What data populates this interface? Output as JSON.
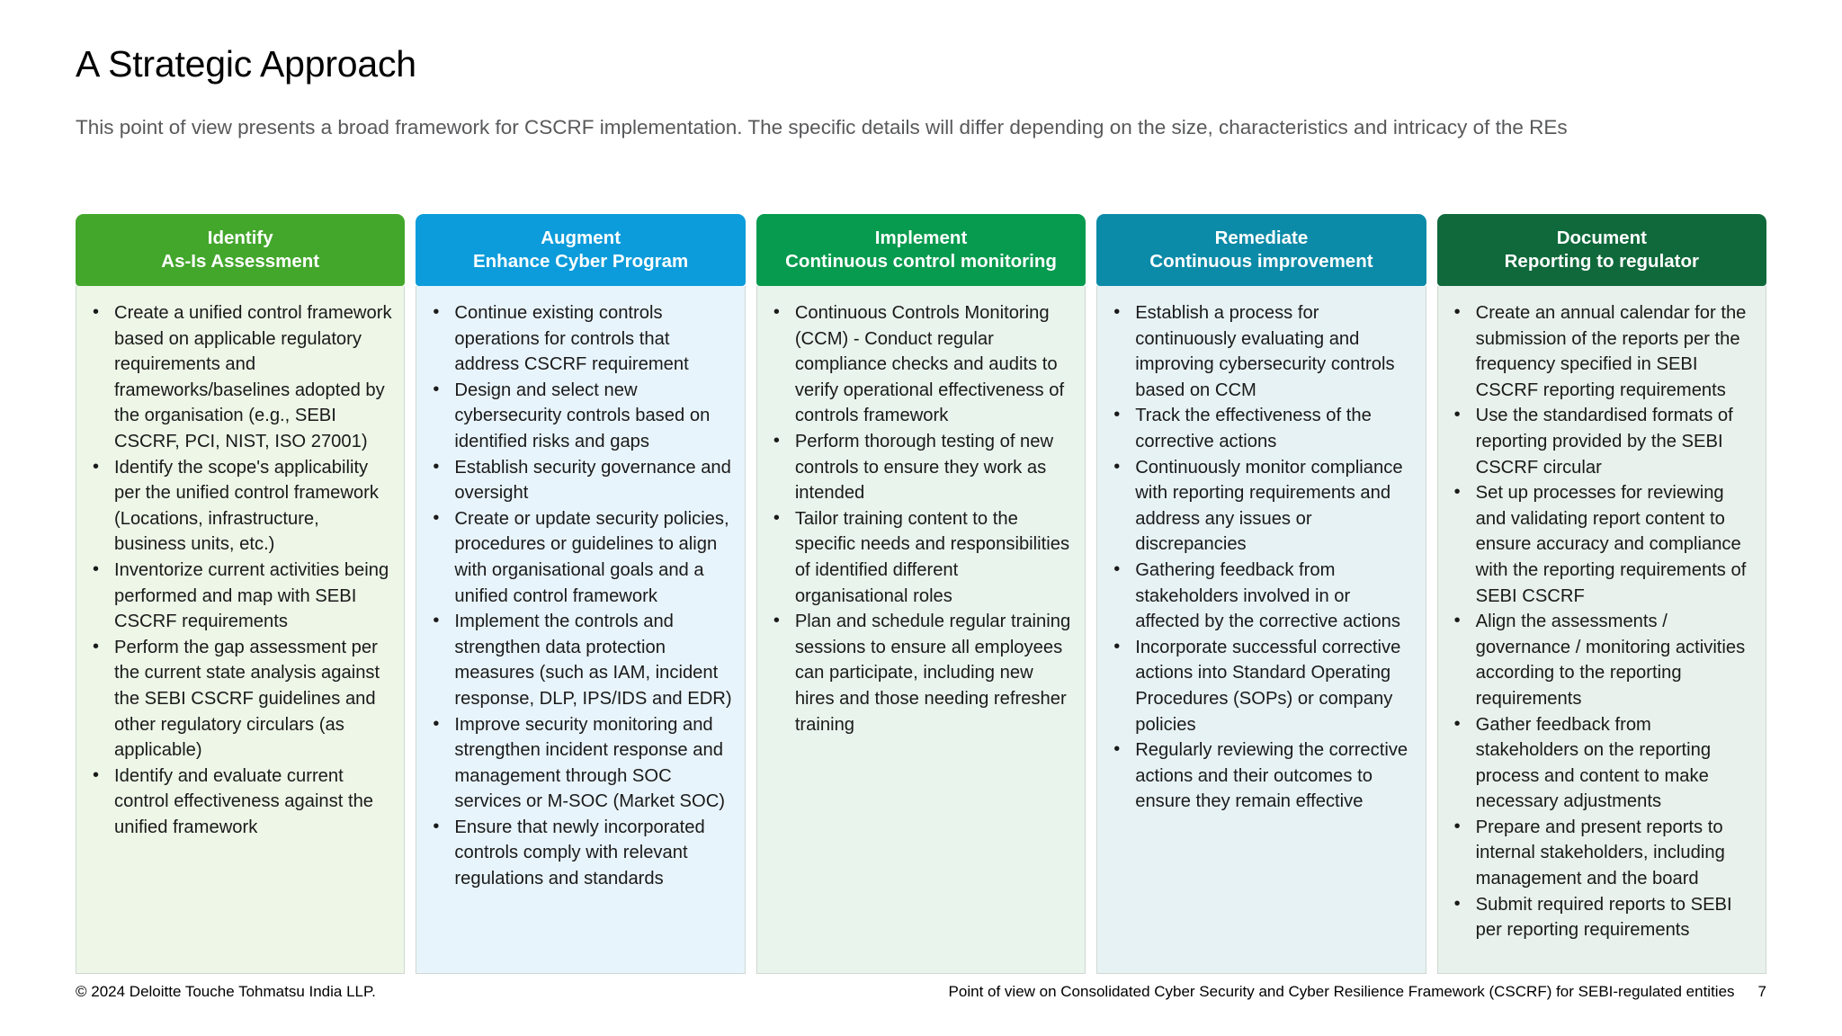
{
  "header": {
    "title": "A Strategic Approach",
    "subtitle": "This point of view presents a broad framework for CSCRF implementation. The specific details will differ depending on the size, characteristics and intricacy of the REs"
  },
  "columns": [
    {
      "id": "identify",
      "title": "Identify",
      "subtitle": "As-Is Assessment",
      "header_color": "#43A72C",
      "body_color": "#EDF6E7",
      "bullets": [
        "Create a unified control framework based on applicable regulatory requirements and frameworks/baselines adopted by the organisation (e.g., SEBI CSCRF, PCI, NIST, ISO 27001)",
        "Identify the scope's applicability per the unified control framework (Locations, infrastructure, business units, etc.)",
        "Inventorize current activities being performed and map with SEBI CSCRF requirements",
        "Perform the gap assessment per the current state analysis against the SEBI CSCRF guidelines and other regulatory circulars (as applicable)",
        "Identify and evaluate current control effectiveness against the unified framework"
      ]
    },
    {
      "id": "augment",
      "title": "Augment",
      "subtitle": "Enhance Cyber Program",
      "header_color": "#0C9CDB",
      "body_color": "#E8F4FB",
      "bullets": [
        "Continue existing controls operations for controls that address CSCRF requirement",
        "Design and select new cybersecurity controls based on identified risks and gaps",
        "Establish security governance and oversight",
        "Create or update security policies, procedures or guidelines to align with organisational goals and a unified control framework",
        "Implement the controls and strengthen data protection measures (such as IAM, incident response, DLP, IPS/IDS and EDR)",
        "Improve security monitoring and strengthen incident response and management through SOC services or M-SOC (Market SOC)",
        "Ensure that newly incorporated controls comply with relevant regulations and standards"
      ]
    },
    {
      "id": "implement",
      "title": "Implement",
      "subtitle": "Continuous control monitoring",
      "header_color": "#069B4E",
      "body_color": "#E9F4EC",
      "bullets": [
        "Continuous Controls Monitoring (CCM) - Conduct regular compliance checks and audits to verify operational effectiveness of controls framework",
        "Perform thorough testing of new controls to ensure they work as intended",
        "Tailor training content to the specific needs and responsibilities of identified different organisational roles",
        "Plan and schedule regular training sessions to ensure all employees can participate, including new hires and those needing refresher training"
      ]
    },
    {
      "id": "remediate",
      "title": "Remediate",
      "subtitle": "Continuous improvement",
      "header_color": "#0C8BA8",
      "body_color": "#E7F2F4",
      "bullets": [
        "Establish a process for continuously evaluating and improving cybersecurity controls based on CCM",
        "Track the effectiveness of the corrective actions",
        "Continuously monitor compliance with reporting requirements and address any issues or discrepancies",
        "Gathering feedback from stakeholders involved in or affected by the corrective actions",
        "Incorporate successful corrective actions into Standard Operating Procedures (SOPs) or company policies",
        "Regularly reviewing the corrective actions and their outcomes to ensure they remain effective"
      ]
    },
    {
      "id": "document",
      "title": "Document",
      "subtitle": "Reporting to regulator",
      "header_color": "#10693B",
      "body_color": "#E8F1EB",
      "bullets": [
        "Create an annual calendar for the submission of the reports per the frequency specified in SEBI CSCRF reporting requirements",
        "Use the standardised formats of reporting provided by the SEBI CSCRF circular",
        "Set up processes for reviewing and validating report content to ensure accuracy and compliance with the reporting requirements of SEBI CSCRF",
        "Align the assessments / governance / monitoring activities according to the reporting requirements",
        "Gather feedback from stakeholders on the reporting process and content to make necessary adjustments",
        "Prepare and present reports to internal stakeholders, including management and the board",
        "Submit required reports to SEBI per reporting requirements"
      ]
    }
  ],
  "footer": {
    "copyright": "© 2024 Deloitte Touche Tohmatsu India LLP.",
    "document_title": "Point of view on Consolidated Cyber Security and Cyber Resilience Framework (CSCRF) for SEBI-regulated entities",
    "page_number": "7"
  }
}
